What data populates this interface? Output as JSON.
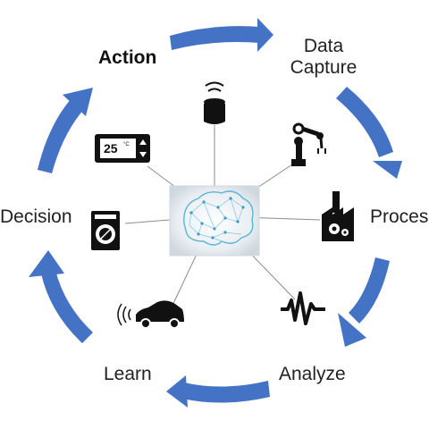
{
  "cycle": {
    "steps": [
      {
        "id": "action",
        "label": "Action",
        "emphasis": true
      },
      {
        "id": "data-capture",
        "label_line1": "Data",
        "label_line2": "Capture"
      },
      {
        "id": "process",
        "label": "Proces"
      },
      {
        "id": "analyze",
        "label": "Analyze"
      },
      {
        "id": "learn",
        "label": "Learn"
      },
      {
        "id": "decision",
        "label": "Decision"
      }
    ],
    "arrow_color": "#4472c4"
  },
  "thermostat": {
    "display": "25",
    "unit": "°C"
  },
  "center": {
    "icon": "brain-network-icon"
  },
  "devices": [
    {
      "name": "smart-speaker-icon"
    },
    {
      "name": "robot-arm-icon"
    },
    {
      "name": "factory-icon"
    },
    {
      "name": "waveform-icon"
    },
    {
      "name": "connected-car-icon"
    },
    {
      "name": "washing-machine-icon"
    },
    {
      "name": "thermostat-icon"
    }
  ]
}
